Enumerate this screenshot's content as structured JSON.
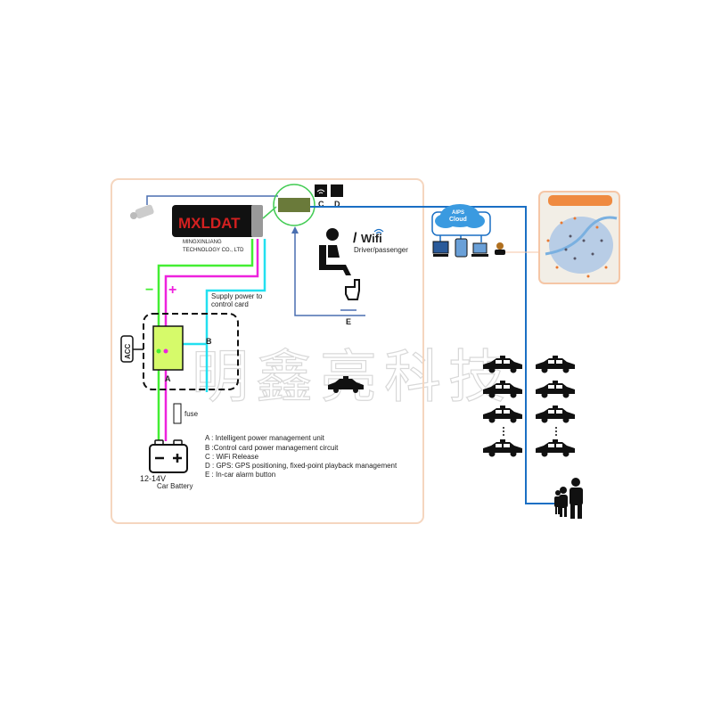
{
  "watermark": "明鑫亮科技",
  "sign": {
    "brand": "MXLDAT",
    "company_line1": "MINGXINLIANG",
    "company_line2": "TECHNOLOGY CO., LTD"
  },
  "labels": {
    "minus": "−",
    "plus": "+",
    "supply_line1": "Supply power to",
    "supply_line2": "control card",
    "acc": "ACC",
    "a": "A",
    "b": "B",
    "c": "C",
    "d": "D",
    "e": "E",
    "fuse": "fuse",
    "voltage": "12-14V",
    "battery": "Car Battery",
    "wifi": "Wifi",
    "driver": "Driver/passenger",
    "cloud_line1": "AIPS",
    "cloud_line2": "Cloud"
  },
  "legend": [
    "A : Intelligent power management unit",
    "B :Control card power management circuit",
    "C : WiFi Release",
    "D : GPS: GPS positioning, fixed-point playback management",
    "E : In-car alarm button"
  ],
  "colors": {
    "border": "#f5d6bf",
    "blue": "#1a6fc4",
    "green": "#44ee33",
    "magenta": "#ee22dd",
    "cyan": "#22e0f0",
    "unit": "#d6fa6a"
  }
}
